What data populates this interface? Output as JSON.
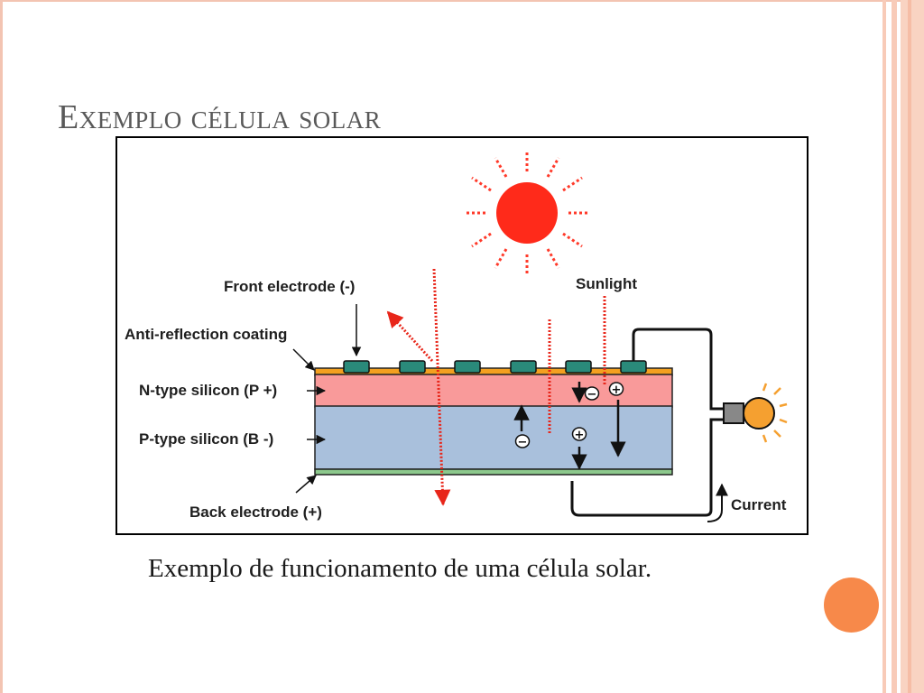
{
  "slide": {
    "title": "Exemplo célula solar",
    "caption": "Exemplo de funcionamento de uma célula solar."
  },
  "diagram": {
    "labels": {
      "front_electrode": "Front electrode (-)",
      "sunlight": "Sunlight",
      "anti_reflection": "Anti-reflection coating",
      "n_type": "N-type silicon (P +)",
      "p_type": "P-type silicon (B -)",
      "back_electrode": "Back electrode (+)",
      "current": "Current"
    },
    "charges": {
      "minus": "−",
      "plus": "+"
    },
    "colors": {
      "sun": "#ff2a1a",
      "n_layer": "#f99a9a",
      "p_layer": "#a9c0dc",
      "coating": "#f4a020",
      "electrode": "#2a8a7a",
      "back_electrode": "#8cc88c",
      "bulb": "#f5a030",
      "accent_dot": "#f7894a"
    }
  }
}
